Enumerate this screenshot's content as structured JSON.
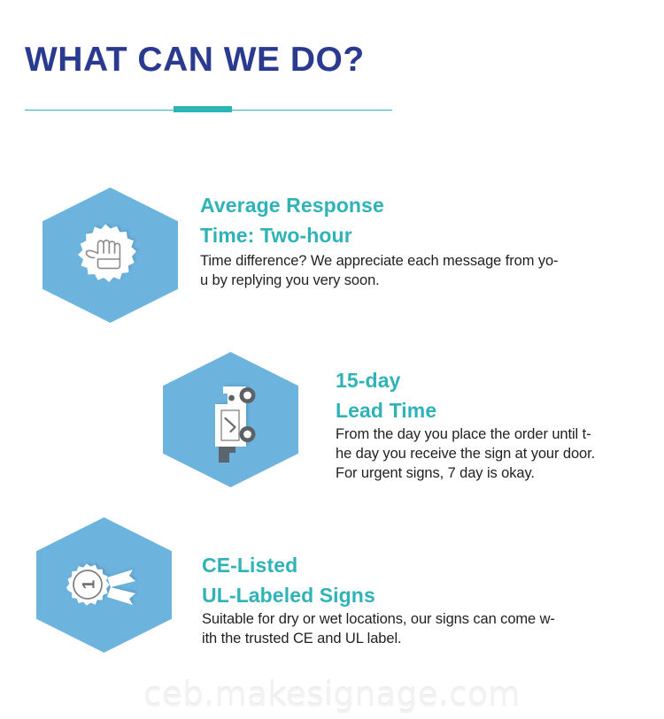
{
  "header": {
    "title": "WHAT CAN WE DO?",
    "title_color": "#293a8f",
    "divider_color": "#2fb3b8",
    "accent_color": "#2ab5b8"
  },
  "theme": {
    "hex_blue": "#6cb3dd",
    "heading_teal": "#2fb3b8",
    "body_text": "#231f20",
    "background": "#ffffff"
  },
  "features": [
    {
      "icon": "thumbs-up-badge-icon",
      "heading_line1": "Average Response",
      "heading_line2": "Time: Two-hour",
      "body": "Time difference? We appreciate each message from yo-\nu by replying you very soon."
    },
    {
      "icon": "delivery-truck-icon",
      "heading_line1": "15-day",
      "heading_line2": "Lead Time",
      "body": "From the day you place the order until t-\nhe day you receive the sign at your door.\nFor urgent signs, 7 day is okay."
    },
    {
      "icon": "award-ribbon-icon",
      "heading_line1": "CE-Listed",
      "heading_line2": "UL-Labeled Signs",
      "body": "Suitable for dry or wet locations, our signs can come w-\nith the trusted CE and UL label."
    }
  ],
  "watermark": {
    "text": "ceb.makesignage.com"
  }
}
